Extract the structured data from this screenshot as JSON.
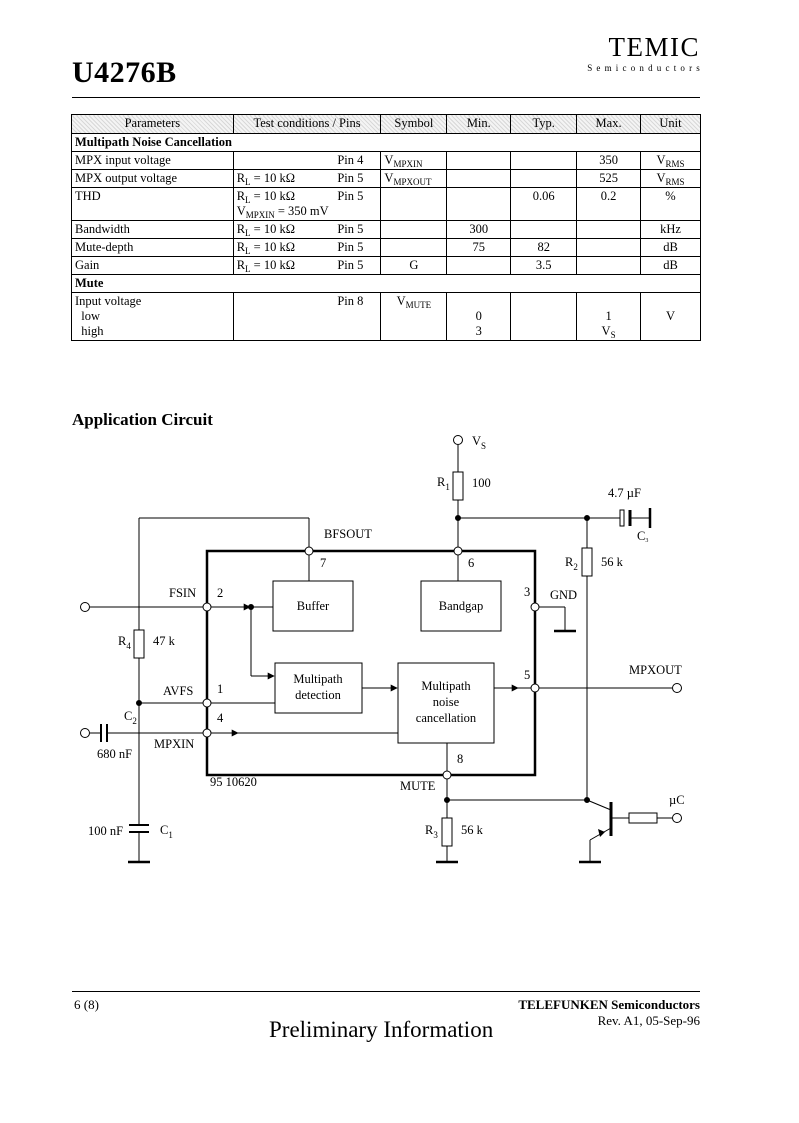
{
  "header": {
    "part_number": "U4276B",
    "logo_main": "TEMIC",
    "logo_sub": "Semiconductors"
  },
  "table": {
    "headers": [
      "Parameters",
      "Test conditions / Pins",
      "Symbol",
      "Min.",
      "Typ.",
      "Max.",
      "Unit"
    ],
    "section_multipath": "Multipath Noise Cancellation",
    "section_mute": "Mute",
    "rows": {
      "mpx_in": {
        "param": "MPX input voltage",
        "pin": "Pin 4",
        "sym": "V",
        "sym_sub": "MPXIN",
        "max": "350",
        "unit": "V",
        "unit_sub": "RMS"
      },
      "mpx_out": {
        "param": "MPX output voltage",
        "cond": "R",
        "cond_sub": "L",
        "cond_val": " = 10 kΩ",
        "pin": "Pin 5",
        "sym": "V",
        "sym_sub": "MPXOUT",
        "max": "525",
        "unit": "V",
        "unit_sub": "RMS"
      },
      "thd": {
        "param": "THD",
        "cond": "R",
        "cond_sub": "L",
        "cond_val": " = 10 kΩ",
        "pin": "Pin 5",
        "cond2": "V",
        "cond2_sub": "MPXIN",
        "cond2_val": " = 350 mV",
        "typ": "0.06",
        "max": "0.2",
        "unit": "%"
      },
      "bandwidth": {
        "param": "Bandwidth",
        "cond": "R",
        "cond_sub": "L",
        "cond_val": " = 10 kΩ",
        "pin": "Pin 5",
        "min": "300",
        "unit": "kHz"
      },
      "mute_depth": {
        "param": "Mute-depth",
        "cond": "R",
        "cond_sub": "L",
        "cond_val": " = 10 kΩ",
        "pin": "Pin 5",
        "min": "75",
        "typ": "82",
        "unit": "dB"
      },
      "gain": {
        "param": "Gain",
        "cond": "R",
        "cond_sub": "L",
        "cond_val": " = 10 kΩ",
        "pin": "Pin 5",
        "sym": "G",
        "typ": "3.5",
        "unit": "dB"
      },
      "input_voltage": {
        "param": "Input voltage",
        "low": "low",
        "high": "high",
        "pin": "Pin 8",
        "sym": "V",
        "sym_sub": "MUTE",
        "min_low": "0",
        "min_high": "3",
        "max_low": "1",
        "max_high": "V",
        "max_high_sub": "S",
        "unit": "V"
      }
    }
  },
  "section_title": "Application Circuit",
  "circuit": {
    "vs": "V",
    "vs_sub": "S",
    "r1": "R",
    "r1_sub": "1",
    "r1_val": "100",
    "c3_val": "4.7 µF",
    "c3": "C",
    "c3_sub": "3",
    "r2": "R",
    "r2_sub": "2",
    "r2_val": "56 k",
    "bfsout": "BFSOUT",
    "pin7": "7",
    "pin6": "6",
    "pin3": "3",
    "pin2": "2",
    "pin1": "1",
    "pin4": "4",
    "pin5": "5",
    "pin8": "8",
    "fsin": "FSIN",
    "gnd": "GND",
    "buffer": "Buffer",
    "bandgap": "Bandgap",
    "mp_det_1": "Multipath",
    "mp_det_2": "detection",
    "mnc_1": "Multipath",
    "mnc_2": "noise",
    "mnc_3": "cancellation",
    "r4": "R",
    "r4_sub": "4",
    "r4_val": "47 k",
    "avfs": "AVFS",
    "mpxout": "MPXOUT",
    "c2": "C",
    "c2_sub": "2",
    "c2_val": "680 nF",
    "mpxin": "MPXIN",
    "fig_id": "95 10620",
    "mute": "MUTE",
    "uc": "µC",
    "c1_val": "100 nF",
    "c1": "C",
    "c1_sub": "1",
    "r3": "R",
    "r3_sub": "3",
    "r3_val": "56 k"
  },
  "footer": {
    "page": "6 (8)",
    "company": "TELEFUNKEN Semiconductors",
    "revision": "Rev. A1, 05-Sep-96",
    "prelim": "Preliminary Information"
  }
}
